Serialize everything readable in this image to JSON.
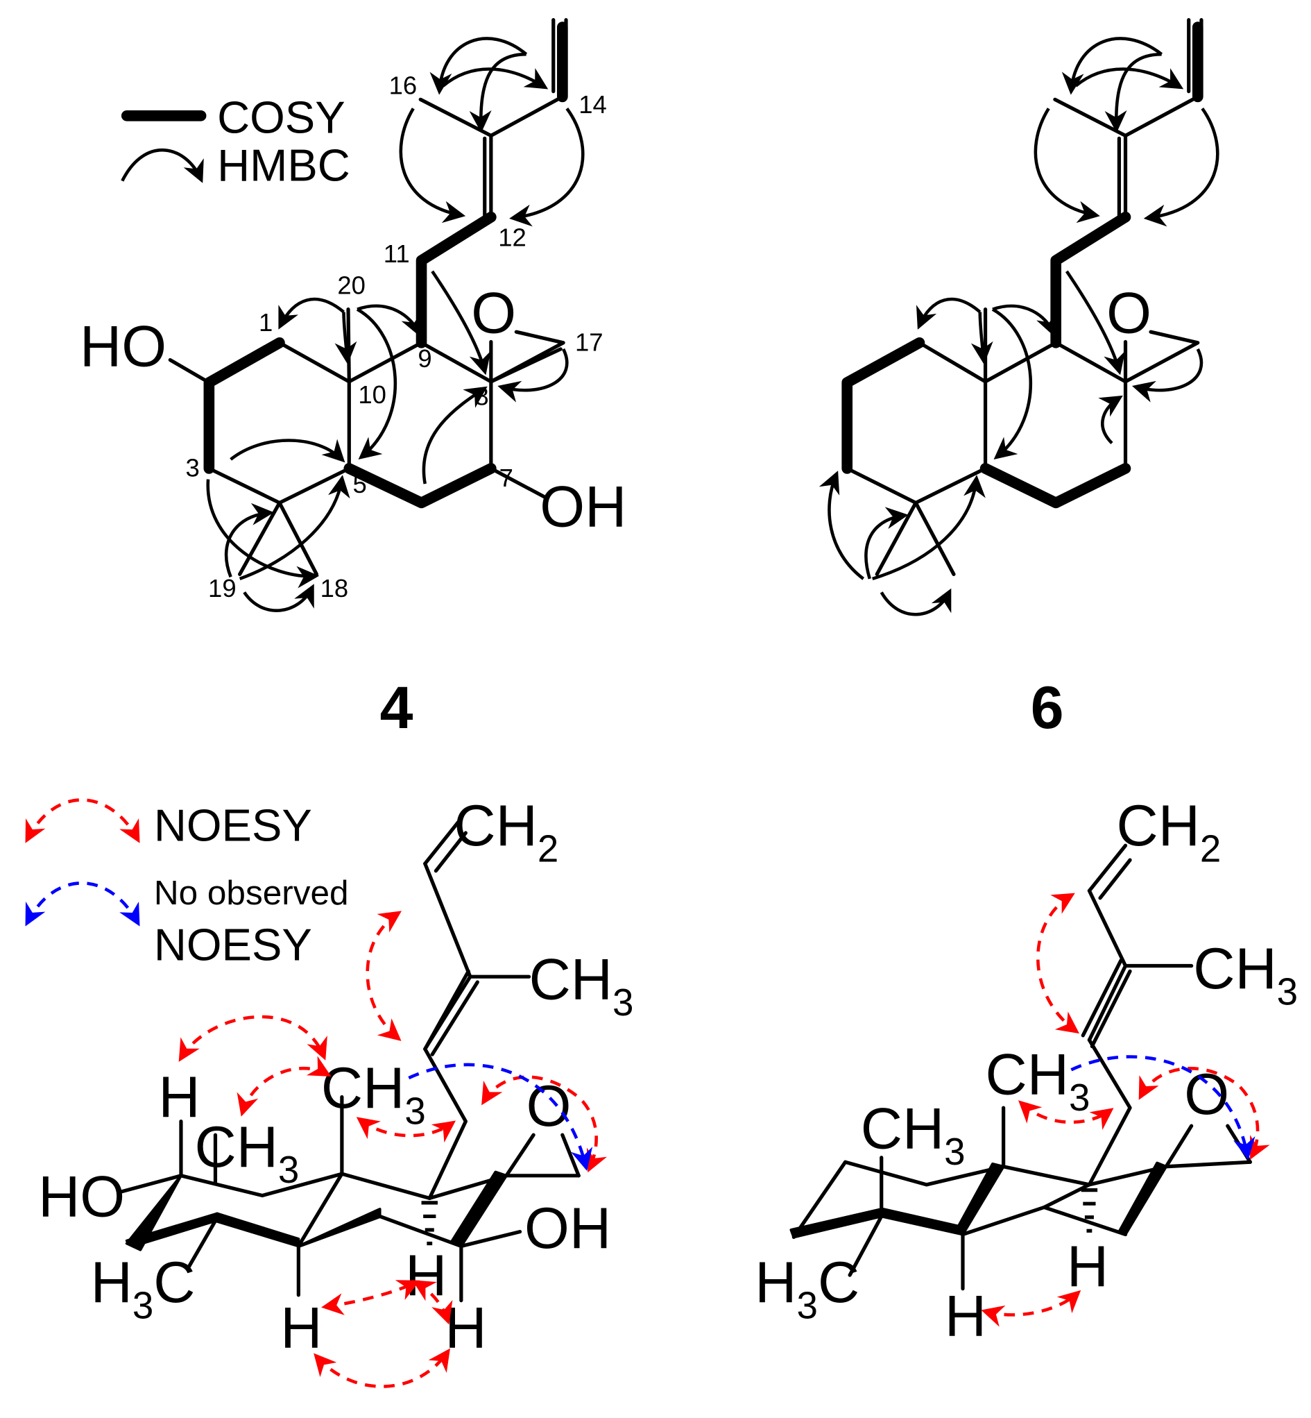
{
  "legend_top": {
    "cosy": "COSY",
    "hmbc": "HMBC"
  },
  "legend_bottom": {
    "noesy": "NOESY",
    "no_observed_line1": "No observed",
    "no_observed_line2": "NOESY"
  },
  "compound_4": {
    "id": "4",
    "numbers": {
      "n1": "1",
      "n3": "3",
      "n5": "5",
      "n7": "7",
      "n8": "8",
      "n9": "9",
      "n10": "10",
      "n11": "11",
      "n12": "12",
      "n14": "14",
      "n16": "16",
      "n17": "17",
      "n18": "18",
      "n19": "19",
      "n20": "20"
    },
    "oh_left": "HO",
    "oh_right": "OH",
    "oxygen": "O"
  },
  "compound_6": {
    "id": "6",
    "oxygen": "O"
  },
  "conformer_4": {
    "ch2": "CH",
    "ch2_sub": "2",
    "ch3_side": "CH",
    "ch3_side_sub": "3",
    "ch3_top": "CH",
    "ch3_top_sub": "3",
    "ch3_mid": "CH",
    "ch3_mid_sub": "3",
    "h3c": "H",
    "h3c_sub": "3",
    "h3c_c": "C",
    "ho": "HO",
    "oh": "OH",
    "oxygen": "O",
    "h_top": "H",
    "h_mid": "H",
    "h_left": "H",
    "h_right": "H"
  },
  "conformer_6": {
    "ch2": "CH",
    "ch2_sub": "2",
    "ch3_side": "CH",
    "ch3_side_sub": "3",
    "ch3_top": "CH",
    "ch3_top_sub": "3",
    "ch3_mid": "CH",
    "ch3_mid_sub": "3",
    "h3c": "H",
    "h3c_sub": "3",
    "h3c_c": "C",
    "oxygen": "O",
    "h_mid": "H",
    "h_left": "H"
  },
  "colors": {
    "noesy": "#ff0000",
    "no_observed": "#0000ff",
    "ink": "#000000"
  }
}
